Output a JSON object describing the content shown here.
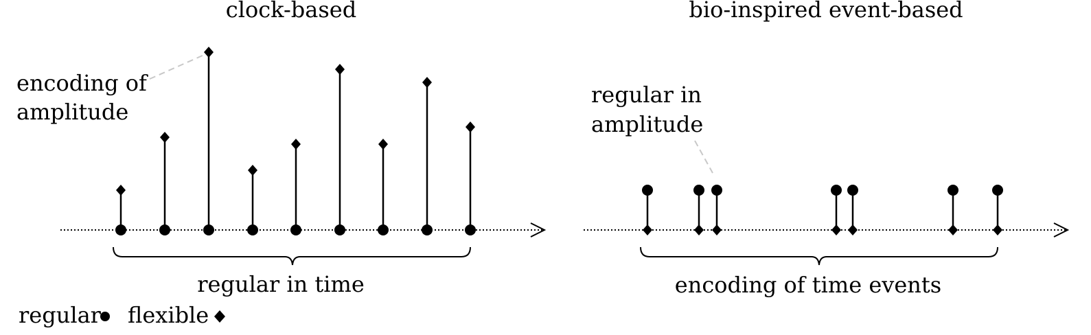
{
  "left_panel": {
    "title": "clock-based",
    "annotation_line1": "encoding of",
    "annotation_line2": "amplitude",
    "brace_label": "regular in time"
  },
  "right_panel": {
    "title": "bio-inspired event-based",
    "annotation_line1": "regular in",
    "annotation_line2": "amplitude",
    "brace_label": "encoding of time events"
  },
  "legend": {
    "regular_label": "regular",
    "regular_marker": "circle",
    "flexible_label": "flexible",
    "flexible_marker": "diamond"
  },
  "colors": {
    "ink": "#000000",
    "leader": "#c8c8c8"
  }
}
